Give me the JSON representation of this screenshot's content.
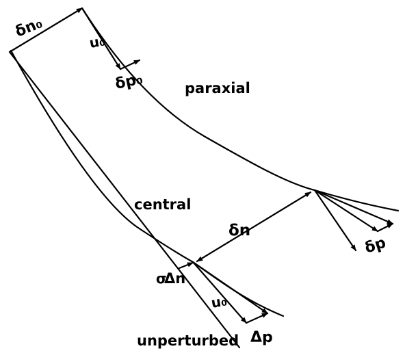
{
  "labels": {
    "delta_n0": "δn₀",
    "u0_top": "u₀",
    "delta_p0": "δp₀",
    "paraxial": "paraxial",
    "central": "central",
    "delta_n": "δn",
    "delta_p": "δp",
    "sigma": "σ",
    "Delta_n": "Δn",
    "u0_bottom": "u₀",
    "Delta_p": "Δp",
    "unperturbed": "unperturbed"
  },
  "colors": {
    "ink": "#000000",
    "background": "#ffffff"
  }
}
